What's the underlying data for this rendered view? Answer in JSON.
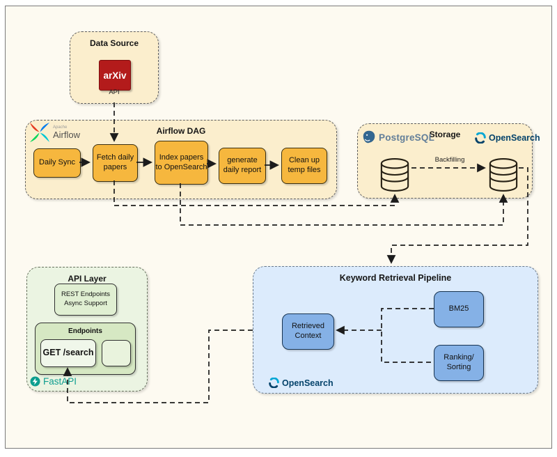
{
  "colors": {
    "canvas_bg": "#fdfaf1",
    "frame_border": "#7a7a7a",
    "cream_fill": "#fbeecd",
    "orange_task_fill": "#f6b73e",
    "blue_panel_fill": "#dcebfc",
    "blue_node_fill": "#85b1e6",
    "green_panel_fill": "#ebf4e2",
    "green_node_fill": "#d6e8c3",
    "arxiv_red": "#b31b1b",
    "postgres_blue": "#336791",
    "opensearch_navy": "#05436b",
    "opensearch_light_blue": "#00a6d4",
    "fastapi_teal": "#0b9e8e",
    "line_color": "#1c1c1c"
  },
  "data_source": {
    "title": "Data Source",
    "logo_text": "arXiv",
    "api_label": "API"
  },
  "airflow_dag": {
    "title": "Airflow DAG",
    "logo_small": "Apache",
    "logo_text": "Airflow",
    "tasks": [
      "Daily Sync",
      "Fetch daily papers",
      "Index papers to OpenSearch",
      "generate daily report",
      "Clean up temp files"
    ]
  },
  "storage": {
    "title": "Storage",
    "postgres_label": "PostgreSQL",
    "opensearch_label": "OpenSearch",
    "backfill_label": "Backfilling"
  },
  "keyword_pipeline": {
    "title": "Keyword Retrieval Pipeline",
    "bm25_label": "BM25",
    "ranking_lines": [
      "Ranking/",
      "Sorting"
    ],
    "retrieved_lines": [
      "Retrieved",
      "Context"
    ],
    "opensearch_label": "OpenSearch"
  },
  "api_layer": {
    "title": "API Layer",
    "rest_lines": [
      "REST Endpoints",
      "Async Support"
    ],
    "endpoints_title": "Endpoints",
    "get_label": "GET /search",
    "fastapi_label": "FastAPI"
  }
}
